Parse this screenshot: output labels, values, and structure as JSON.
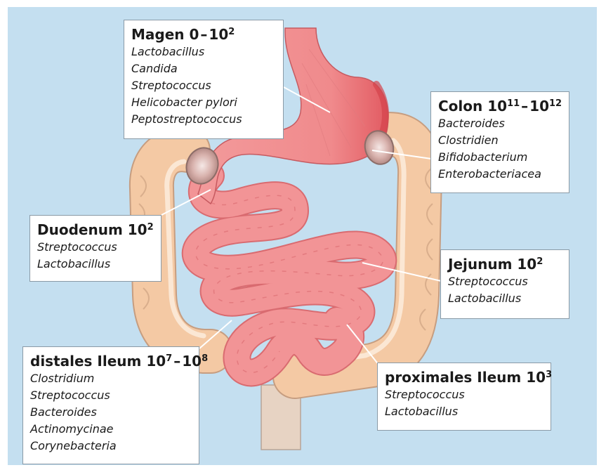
{
  "colors": {
    "background": "#c4dff0",
    "small_intestine": "#f29496",
    "stomach": "#f08a8c",
    "colon": "#f4c9a4",
    "box_border": "#8a9aa6"
  },
  "labels": {
    "magen": {
      "name": "Magen",
      "count_low": "0",
      "count_high_base": "10",
      "count_high_exp": "2",
      "organisms": [
        "Lactobacillus",
        "Candida",
        "Streptococcus",
        "Helicobacter pylori",
        "Peptostreptococcus"
      ]
    },
    "colon": {
      "name": "Colon",
      "count_low_base": "10",
      "count_low_exp": "11",
      "count_high_base": "10",
      "count_high_exp": "12",
      "organisms": [
        "Bacteroides",
        "Clostridien",
        "Bifidobacterium",
        "Enterobacteriacea"
      ]
    },
    "duodenum": {
      "name": "Duodenum",
      "count_base": "10",
      "count_exp": "2",
      "organisms": [
        "Streptococcus",
        "Lactobacillus"
      ]
    },
    "jejunum": {
      "name": "Jejunum",
      "count_base": "10",
      "count_exp": "2",
      "organisms": [
        "Streptococcus",
        "Lactobacillus"
      ]
    },
    "distales_ileum": {
      "name": "distales Ileum",
      "count_low_base": "10",
      "count_low_exp": "7",
      "count_high_base": "10",
      "count_high_exp": "8",
      "organisms": [
        "Clostridium",
        "Streptococcus",
        "Bacteroides",
        "Actinomycinae",
        "Corynebacteria"
      ]
    },
    "proximales_ileum": {
      "name": "proximales Ileum",
      "count_base": "10",
      "count_exp": "3",
      "organisms": [
        "Streptococcus",
        "Lactobacillus"
      ]
    }
  },
  "dash": "–"
}
